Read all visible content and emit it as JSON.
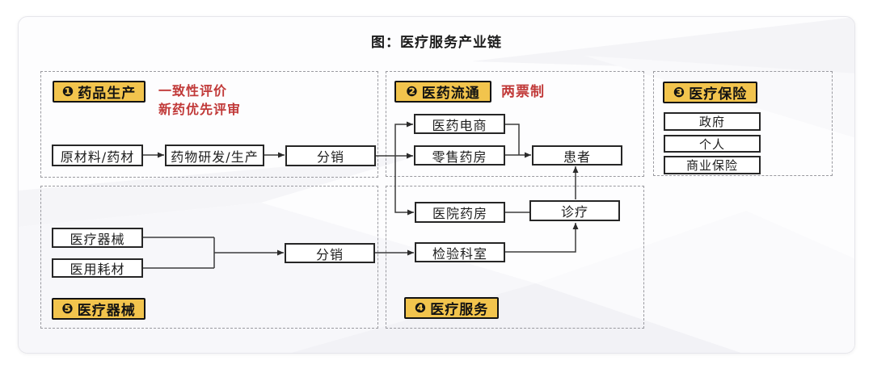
{
  "title": "图：医疗服务产业链",
  "sections": {
    "drug_production": {
      "badge_num": "❶",
      "badge_label": "药品生产",
      "annotations": [
        "一致性评价",
        "新药优先评审"
      ]
    },
    "drug_distribution": {
      "badge_num": "❷",
      "badge_label": "医药流通",
      "annotations": [
        "两票制"
      ]
    },
    "medical_insurance": {
      "badge_num": "❸",
      "badge_label": "医疗保险",
      "annotations": []
    },
    "medical_service": {
      "badge_num": "❹",
      "badge_label": "医疗服务",
      "annotations": []
    },
    "medical_device": {
      "badge_num": "❺",
      "badge_label": "医疗器械",
      "annotations": []
    }
  },
  "nodes": {
    "raw_material": "原材料/药材",
    "rd_production": "药物研发/生产",
    "distribution_top": "分销",
    "e_commerce": "医药电商",
    "retail_pharmacy": "零售药房",
    "patient": "患者",
    "government": "政府",
    "individual": "个人",
    "commercial_insurance": "商业保险",
    "hospital_pharmacy": "医院药房",
    "diagnosis_treatment": "诊疗",
    "test_department": "检验科室",
    "medical_device": "医疗器械",
    "medical_consumable": "医用耗材",
    "distribution_bottom": "分销"
  },
  "colors": {
    "badge_yellow": "#F2C44D",
    "annotation_red": "#C13A39",
    "box_border": "#262626",
    "section_dash": "#9A9AA0",
    "connector": "#3C3C3C",
    "card_background": "#FDFDFE"
  }
}
